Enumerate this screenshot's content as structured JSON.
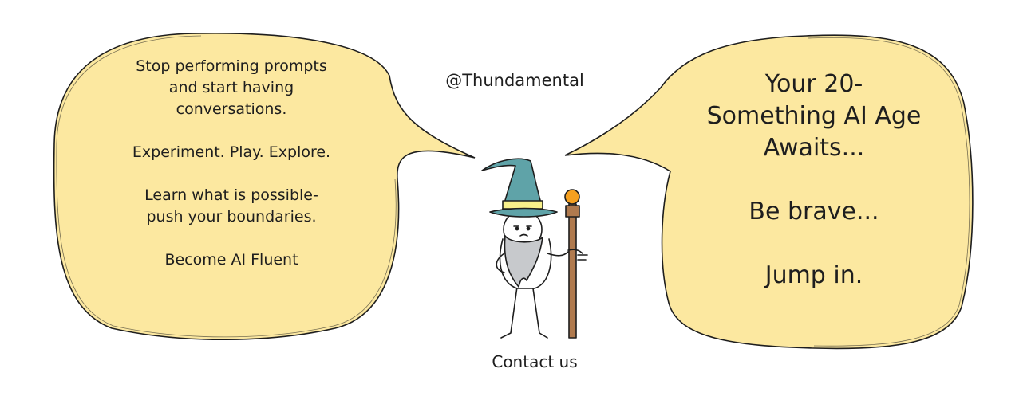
{
  "left_bubble": {
    "paragraphs": [
      [
        "Stop performing prompts",
        "and start having",
        "conversations."
      ],
      [
        "Experiment. Play. Explore."
      ],
      [
        "Learn what is possible-",
        "push your boundaries."
      ],
      [
        "Become AI Fluent"
      ]
    ]
  },
  "right_bubble": {
    "paragraphs": [
      [
        "Your 20-",
        "Something AI Age",
        "Awaits..."
      ],
      [
        "Be brave..."
      ],
      [
        "Jump in."
      ]
    ]
  },
  "handle": "@Thundamental",
  "contact_label": "Contact us",
  "colors": {
    "bubble_fill": "#fce8a0",
    "outline": "#1e1e1e",
    "hat": "#5fa3a8",
    "hat_band": "#f8f08a",
    "beard": "#c7c9cc",
    "staff": "#b07a4e",
    "orb": "#f5a020"
  },
  "icons": [
    "wizard-icon"
  ]
}
